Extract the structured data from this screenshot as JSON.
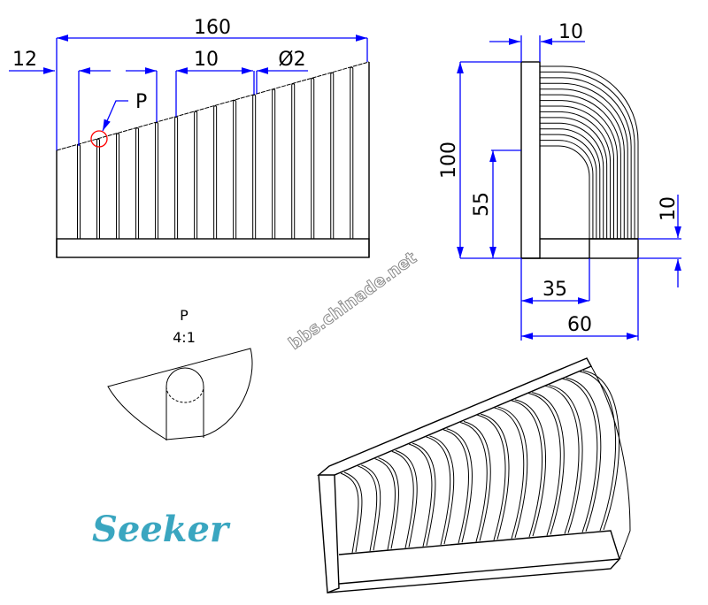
{
  "front_view": {
    "dim_overall": "160",
    "dim_offset": "12",
    "dim_pitch": "10",
    "dim_diameter": "Ø2",
    "detail_marker": "P",
    "bar_count": 15
  },
  "side_view": {
    "dim_height": "100",
    "dim_inner_height": "55",
    "dim_top_thickness": "10",
    "dim_base_thickness": "10",
    "dim_inner_width": "35",
    "dim_width": "60",
    "wire_count": 15
  },
  "detail": {
    "label": "P",
    "scale": "4:1"
  },
  "watermark": "bbs.chinade.net",
  "signature": "Seeker",
  "colors": {
    "dimension": "#0000ff",
    "marker": "#ff0000",
    "signature": "#3aa6c0"
  }
}
